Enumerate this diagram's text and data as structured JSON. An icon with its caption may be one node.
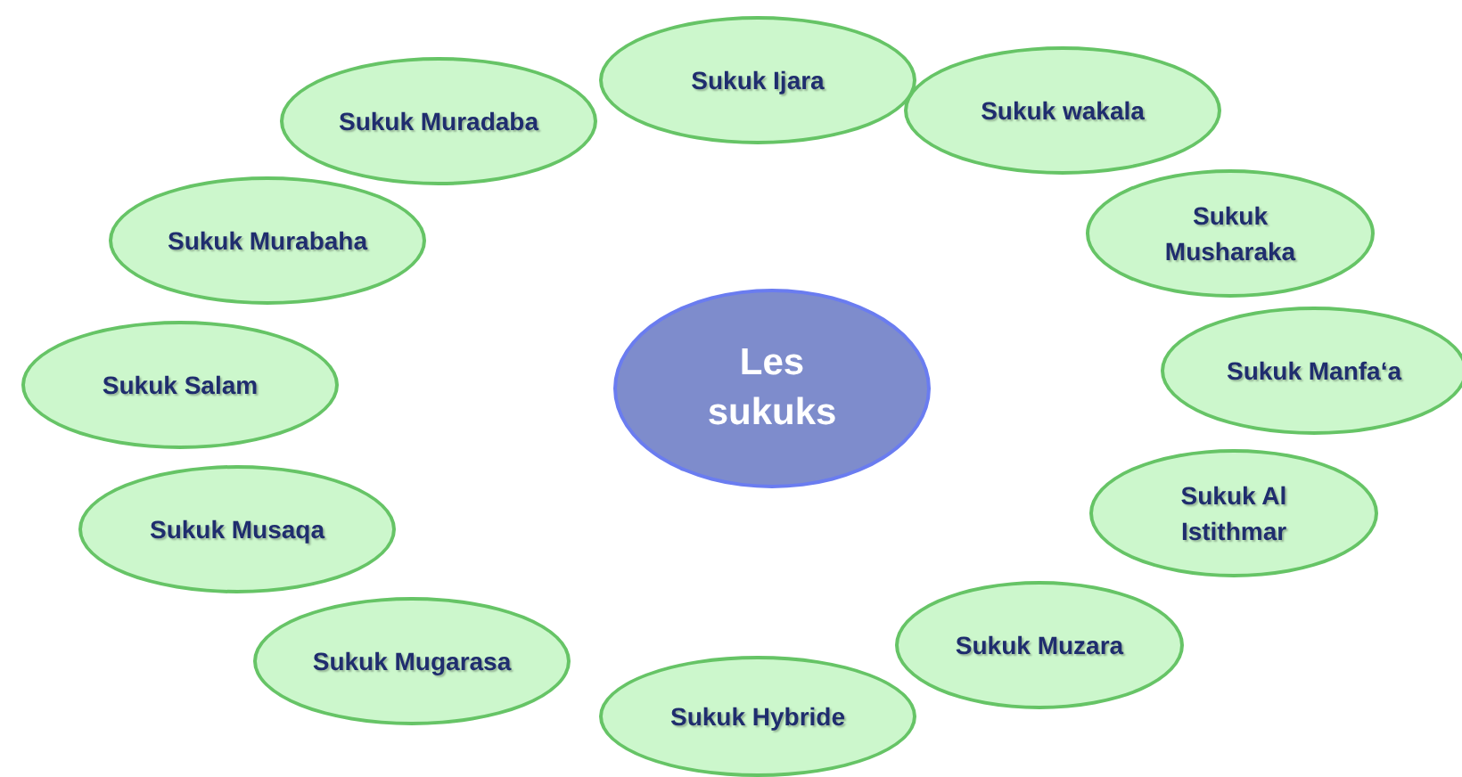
{
  "diagram": {
    "nodes": [
      {
        "text": [
          "Les sukuks"
        ]
      },
      {
        "text": [
          "Sukuk Ijara"
        ]
      },
      {
        "text": [
          "Sukuk wakala"
        ]
      },
      {
        "text": [
          "Sukuk Musharaka"
        ]
      },
      {
        "text": [
          "Sukuk Manfa‘a"
        ]
      },
      {
        "text": [
          "Sukuk Al Istithmar"
        ]
      },
      {
        "text": [
          "Sukuk Muzara"
        ]
      },
      {
        "text": [
          "Sukuk Hybride"
        ]
      },
      {
        "text": [
          "Sukuk Mugarasa"
        ]
      },
      {
        "text": [
          "Sukuk Musaqa"
        ]
      },
      {
        "text": [
          "Sukuk Salam"
        ]
      },
      {
        "text": [
          "Sukuk Murabaha"
        ]
      },
      {
        "text": [
          "Sukuk Muradaba"
        ]
      }
    ]
  }
}
